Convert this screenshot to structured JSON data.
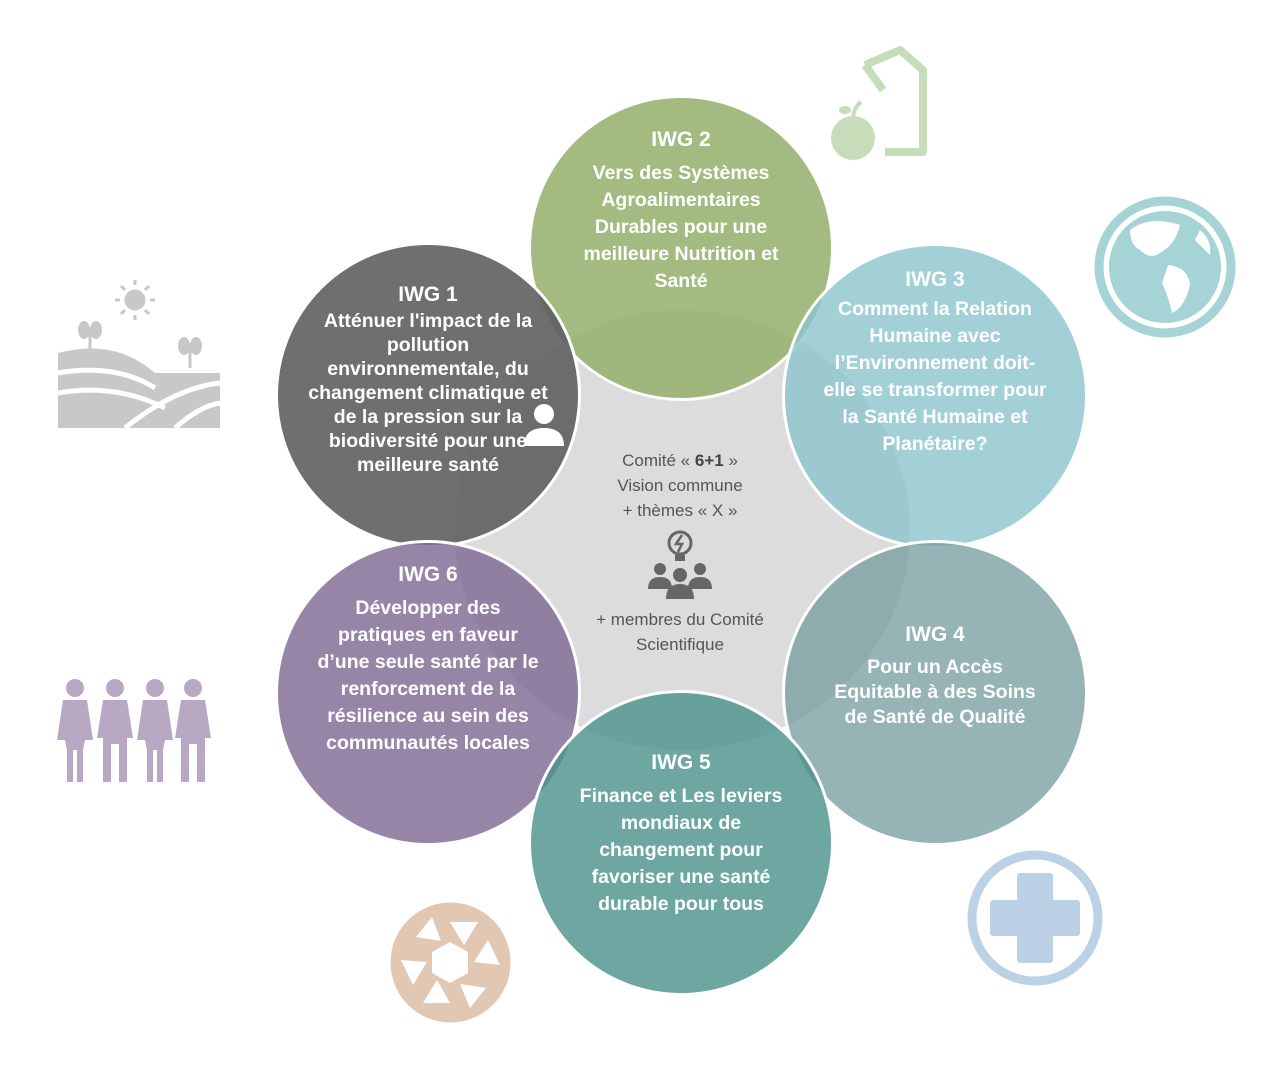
{
  "center": {
    "committee_prefix": "Comité «",
    "committee_number": "6+1",
    "committee_suffix": "»",
    "vision": "Vision commune",
    "themes": "+ thèmes « X »",
    "members": "+ membres du Comité",
    "scientific": "Scientifique",
    "icon": "team-idea-icon"
  },
  "groups": [
    {
      "title": "IWG 1",
      "text": "Atténuer l'impact de la pollution environnementale, du changement climatique et de la pression sur la biodiversité pour une meilleure santé",
      "color": "#5f5f5f"
    },
    {
      "title": "IWG 2",
      "text": "Vers des Systèmes Agroalimentaires Durables pour une meilleure Nutrition et Santé",
      "color": "#96b26e"
    },
    {
      "title": "IWG 3",
      "text": "Comment la Relation Humaine avec l’Environnement doit-elle se transformer pour la Santé Humaine et Planétaire?",
      "color": "#8cc4cc"
    },
    {
      "title": "IWG 4",
      "text": "Pour un Accès Equitable à des Soins de Santé de Qualité",
      "color": "#789ea2"
    },
    {
      "title": "IWG 5",
      "text": "Finance et Les leviers mondiaux de changement pour favoriser une santé durable pour tous",
      "color": "#4e928c"
    },
    {
      "title": "IWG 6",
      "text": "Développer des pratiques en faveur d’une seule santé par le renforcement de la résilience au sein des communautés locales",
      "color": "#806a94"
    }
  ],
  "decorative_icons": [
    "farm-landscape-icon",
    "food-icon",
    "globe-icon",
    "people-group-icon",
    "aperture-icon",
    "medical-cross-icon",
    "person-icon"
  ]
}
